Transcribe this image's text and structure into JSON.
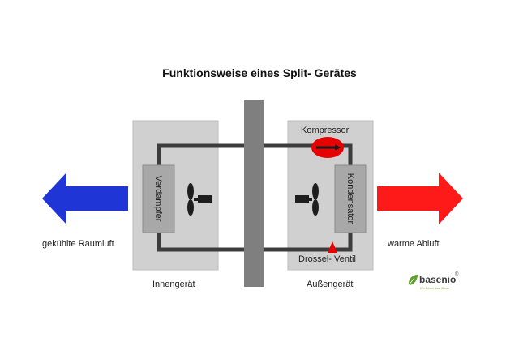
{
  "title": "Funktionsweise eines Split- Gerätes",
  "indoor_unit": {
    "label": "Innengerät",
    "evaporator_label": "Verdampfer",
    "air_label": "gekühlte Raumluft"
  },
  "outdoor_unit": {
    "label": "Außengerät",
    "compressor_label": "Kompressor",
    "condenser_label": "Kondensator",
    "valve_label": "Drossel- Ventil",
    "air_label": "warme Abluft"
  },
  "logo": {
    "name": "basenio",
    "tagline": "Wir leben das Klima",
    "icon": "leaf-icon",
    "registered": "®"
  },
  "colors": {
    "cold_arrow": "#1f35d6",
    "hot_arrow": "#ff1a1a",
    "unit_fill": "#d0d0d0",
    "wall": "#7f7f7f",
    "pipe": "#3c3c3c",
    "compressor": "#e60000",
    "logo_green": "#5fa02a"
  },
  "icons": [
    "fan-icon",
    "compressor-icon",
    "valve-icon",
    "arrow-left-icon",
    "arrow-right-icon"
  ]
}
